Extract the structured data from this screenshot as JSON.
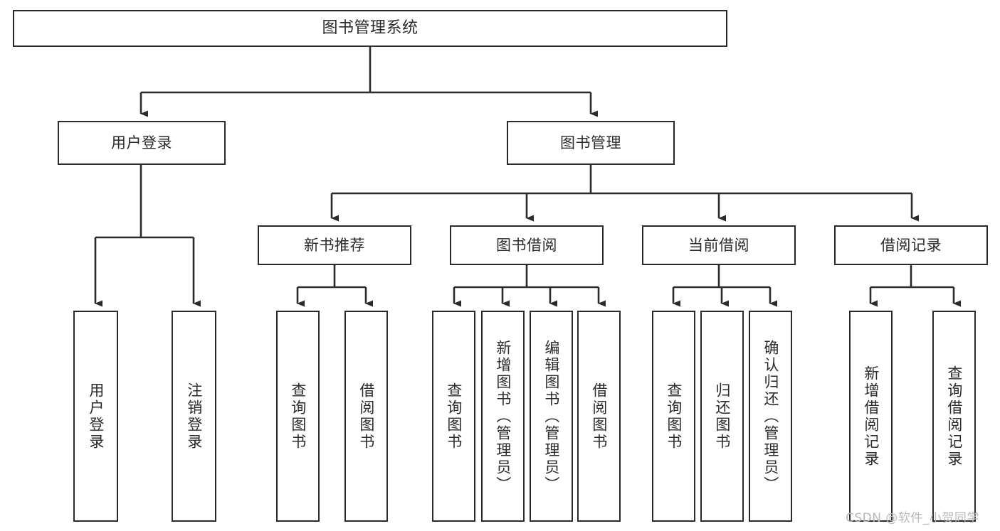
{
  "diagram": {
    "title": "图书管理系统",
    "type": "tree",
    "orientation": "top-down",
    "colors": {
      "box_border": "#2b2b2b",
      "box_fill": "#ffffff",
      "edge": "#2b2b2b",
      "background": "#ffffff",
      "watermark": "#b9b9b9"
    },
    "watermark": "CSDN @软件_小贺同学",
    "nodes": {
      "root": {
        "label": "图书管理系统"
      },
      "level2": [
        {
          "label": "用户登录"
        },
        {
          "label": "图书管理"
        }
      ],
      "level3": [
        {
          "label": "新书推荐"
        },
        {
          "label": "图书借阅"
        },
        {
          "label": "当前借阅"
        },
        {
          "label": "借阅记录"
        }
      ],
      "leaves": {
        "user_login": [
          {
            "label": "用户登录"
          },
          {
            "label": "注销登录"
          }
        ],
        "new_book_recommend": [
          {
            "label": "查询图书"
          },
          {
            "label": "借阅图书"
          }
        ],
        "book_borrow": [
          {
            "label": "查询图书"
          },
          {
            "label": "新增图书（管理员）"
          },
          {
            "label": "编辑图书（管理员）"
          },
          {
            "label": "借阅图书"
          }
        ],
        "current_borrow": [
          {
            "label": "查询图书"
          },
          {
            "label": "归还图书"
          },
          {
            "label": "确认归还（管理员）"
          }
        ],
        "borrow_record": [
          {
            "label": "新增借阅记录"
          },
          {
            "label": "查询借阅记录"
          }
        ]
      }
    }
  }
}
